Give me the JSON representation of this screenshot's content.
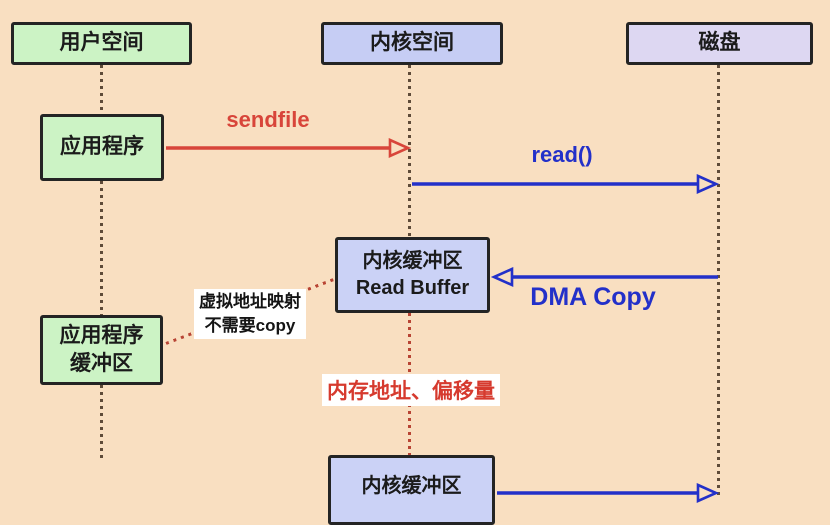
{
  "colors": {
    "background": "#f9dfc1",
    "green_fill": "#ccf3c5",
    "kernel_fill": "#c6cdf4",
    "read_buffer_fill": "#cbd2f6",
    "disk_fill": "#ddd7f2",
    "border": "#242424",
    "red_accent": "#d8453a",
    "blue_accent": "#2330c9",
    "lifeline_dark": "#5f4b39",
    "lifeline_red": "#b84434",
    "arrowhead_fill": "#f9dfc1"
  },
  "lanes": {
    "user_space": {
      "label": "用户空间"
    },
    "kernel_space": {
      "label": "内核空间"
    },
    "disk": {
      "label": "磁盘"
    }
  },
  "nodes": {
    "application": {
      "label": "应用程序"
    },
    "app_buffer": {
      "line1": "应用程序",
      "line2": "缓冲区"
    },
    "read_buffer": {
      "line1": "内核缓冲区",
      "line2": "Read Buffer"
    },
    "kernel_buffer_bottom": {
      "label": "内核缓冲区"
    }
  },
  "arrows": {
    "sendfile": {
      "label": "sendfile",
      "color": "#d8453a"
    },
    "read": {
      "label": "read()",
      "color": "#2330c9"
    },
    "dma_copy": {
      "label": "DMA Copy",
      "color": "#2330c9"
    },
    "disk_transfer": {
      "color": "#2330c9"
    }
  },
  "notes": {
    "mapping": {
      "line1": "虚拟地址映射",
      "line2": "不需要copy"
    },
    "memory": {
      "text": "内存地址、偏移量"
    }
  }
}
